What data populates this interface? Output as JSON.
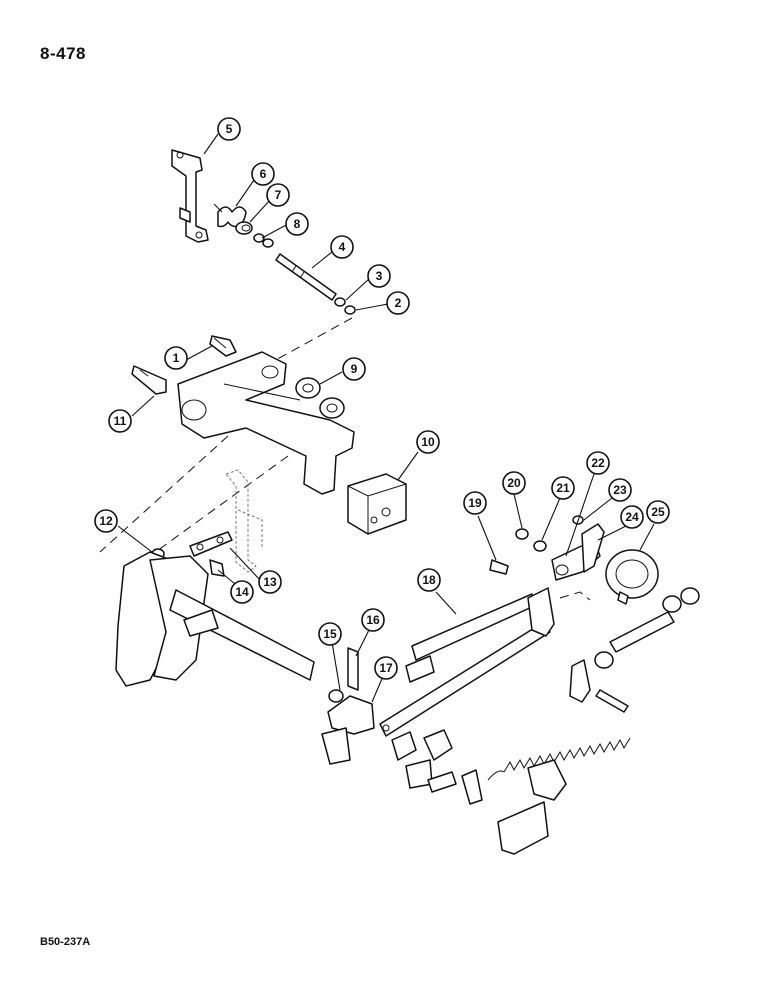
{
  "page_number": "8-478",
  "figure_code": "B50-237A",
  "callouts": [
    {
      "id": "c1",
      "label": "1"
    },
    {
      "id": "c2",
      "label": "2"
    },
    {
      "id": "c3",
      "label": "3"
    },
    {
      "id": "c4",
      "label": "4"
    },
    {
      "id": "c5",
      "label": "5"
    },
    {
      "id": "c6",
      "label": "6"
    },
    {
      "id": "c7",
      "label": "7"
    },
    {
      "id": "c8",
      "label": "8"
    },
    {
      "id": "c9",
      "label": "9"
    },
    {
      "id": "c10",
      "label": "10"
    },
    {
      "id": "c11",
      "label": "11"
    },
    {
      "id": "c12",
      "label": "12"
    },
    {
      "id": "c13",
      "label": "13"
    },
    {
      "id": "c14",
      "label": "14"
    },
    {
      "id": "c15",
      "label": "15"
    },
    {
      "id": "c16",
      "label": "16"
    },
    {
      "id": "c17",
      "label": "17"
    },
    {
      "id": "c18",
      "label": "18"
    },
    {
      "id": "c19",
      "label": "19"
    },
    {
      "id": "c20",
      "label": "20"
    },
    {
      "id": "c21",
      "label": "21"
    },
    {
      "id": "c22",
      "label": "22"
    },
    {
      "id": "c23",
      "label": "23"
    },
    {
      "id": "c24",
      "label": "24"
    },
    {
      "id": "c25",
      "label": "25"
    }
  ]
}
